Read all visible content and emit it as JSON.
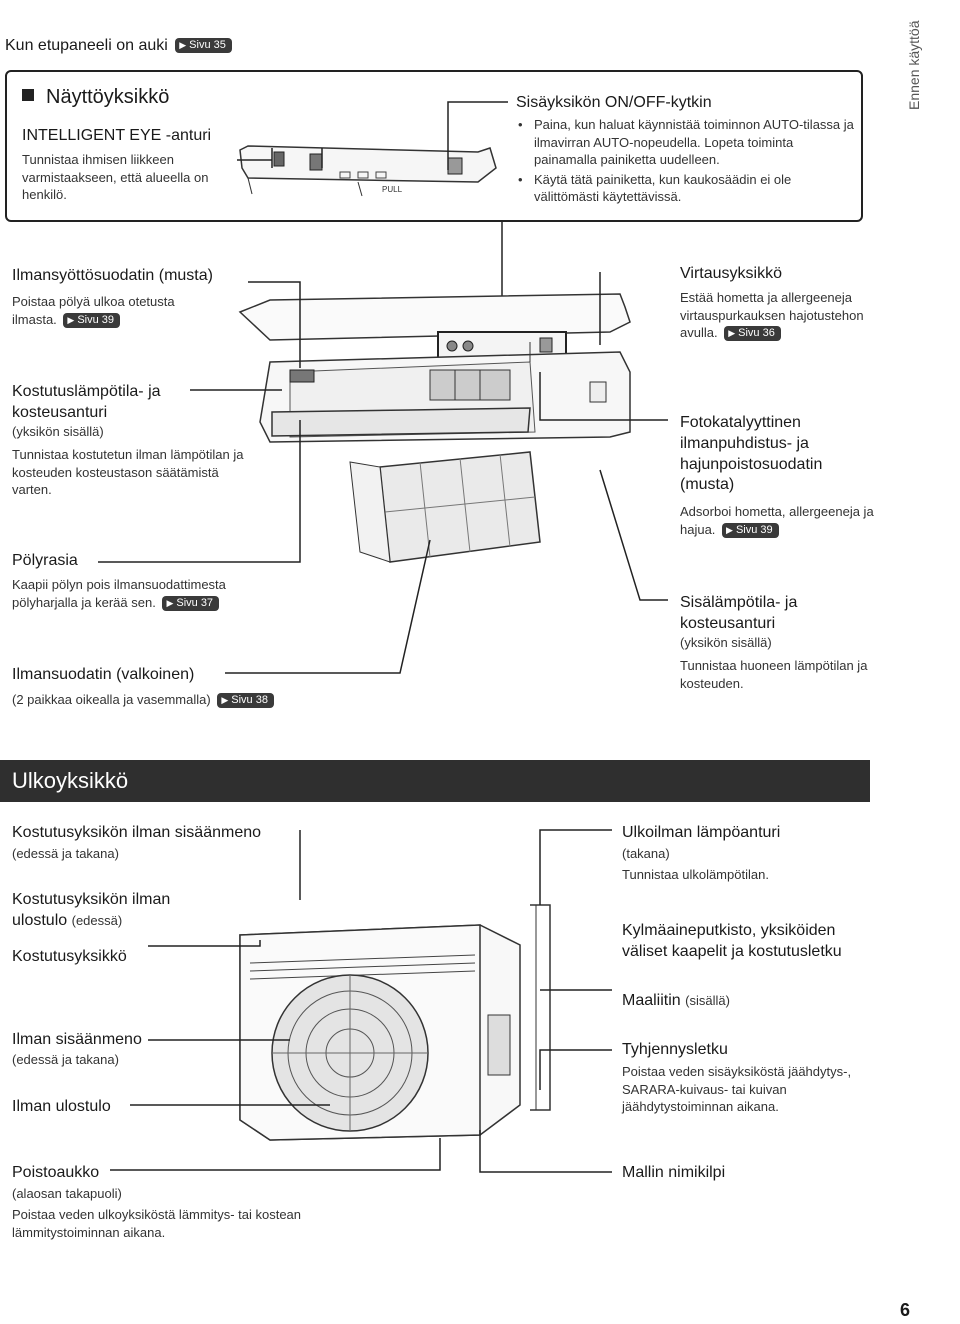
{
  "header": {
    "text": "Kun etupaneeli on auki",
    "ref": "Sivu 35"
  },
  "side_tab": {
    "label": "Ennen käyttöä"
  },
  "display_unit": {
    "title": "Näyttöyksikkö",
    "sensor_title": "INTELLIGENT EYE -anturi",
    "sensor_desc": "Tunnistaa ihmisen liikkeen varmistaakseen, että alueella on henkilö.",
    "pull_label": "PULL",
    "switch_title": "Sisäyksikön ON/OFF-kytkin",
    "switch_bullets": [
      "Paina, kun haluat käynnistää toiminnon AUTO-tilassa ja ilmavirran AUTO-nopeudella. Lopeta toiminta painamalla painiketta uudelleen.",
      "Käytä tätä painiketta, kun kaukosäädin ei ole välittömästi käytettävissä."
    ]
  },
  "indoor": {
    "intake_filter_title": "Ilmansyöttösuodatin (musta)",
    "intake_filter_desc": "Poistaa pölyä ulkoa otetusta ilmasta.",
    "intake_filter_ref": "Sivu 39",
    "power_unit_title": "Virtausyksikkö",
    "power_unit_desc": "Estää hometta ja allergeeneja virtauspurkauksen hajotustehon avulla.",
    "power_unit_ref": "Sivu 36",
    "humid_sensor_title": "Kostutuslämpötila- ja kosteusanturi",
    "humid_sensor_sub": "(yksikön sisällä)",
    "humid_sensor_desc": "Tunnistaa kostutetun ilman lämpötilan ja kosteuden kosteustason säätämistä varten.",
    "photo_filter_title": "Fotokatalyyttinen ilmanpuhdistus- ja hajunpoistosuodatin (musta)",
    "photo_filter_desc": "Adsorboi hometta, allergeeneja ja hajua.",
    "photo_filter_ref": "Sivu 39",
    "dust_brush_title": "Pölyrasia",
    "dust_brush_desc": "Kaapii pölyn pois ilmansuodattimesta pölyharjalla ja kerää sen.",
    "dust_brush_ref": "Sivu 37",
    "room_sensor_title": "Sisälämpötila- ja kosteusanturi",
    "room_sensor_sub": "(yksikön sisällä)",
    "room_sensor_desc": "Tunnistaa huoneen lämpötilan ja kosteuden.",
    "air_filter_title": "Ilmansuodatin (valkoinen)",
    "air_filter_desc": "(2 paikkaa oikealla ja vasemmalla)",
    "air_filter_ref": "Sivu 38"
  },
  "outdoor": {
    "title": "Ulkoyksikkö",
    "humid_intake_title": "Kostutusyksikön ilman sisäänmeno",
    "humid_intake_sub": "(edessä ja takana)",
    "humid_outlet_title": "Kostutusyksikön ilman ulostulo",
    "humid_outlet_sub": "(edessä)",
    "humid_unit_title": "Kostutusyksikkö",
    "air_intake_title": "Ilman sisäänmeno",
    "air_intake_sub": "(edessä ja takana)",
    "air_outlet_title": "Ilman ulostulo",
    "drain_hole_title": "Poistoaukko",
    "drain_hole_sub": "(alaosan takapuoli)",
    "drain_hole_desc": "Poistaa veden ulkoyksiköstä lämmitys- tai kostean lämmitystoiminnan aikana.",
    "outdoor_temp_title": "Ulkoilman lämpöanturi",
    "outdoor_temp_sub": "(takana)",
    "outdoor_temp_desc": "Tunnistaa ulkolämpötilan.",
    "pipes_title": "Kylmäaineputkisto, yksiköiden väliset kaapelit ja kostutusletku",
    "earth_title": "Maaliitin",
    "earth_sub": "(sisällä)",
    "drain_hose_title": "Tyhjennysletku",
    "drain_hose_desc": "Poistaa veden sisäyksiköstä jäähdytys-, SARARA-kuivaus- tai kuivan jäähdytystoiminnan aikana.",
    "nameplate_title": "Mallin nimikilpi"
  },
  "page_number": "6"
}
